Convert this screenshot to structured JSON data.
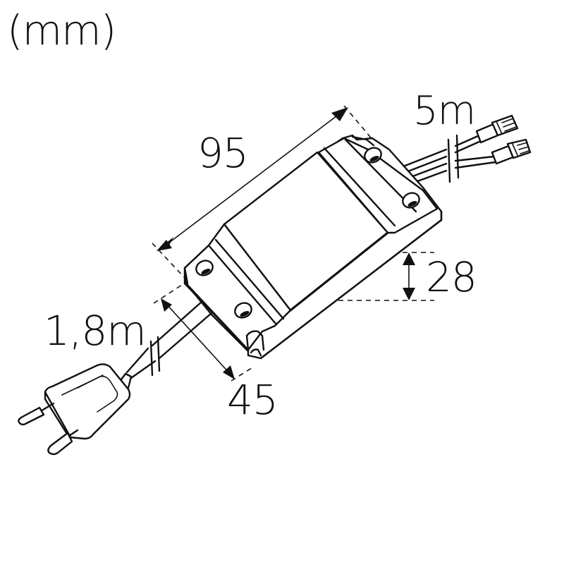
{
  "diagram": {
    "subject": "LED driver power supply with mains plug and output connectors",
    "unit_label": "(mm)",
    "dimensions": {
      "length": {
        "label": "95",
        "value": 95,
        "unit": "mm"
      },
      "width": {
        "label": "45",
        "value": 45,
        "unit": "mm"
      },
      "height": {
        "label": "28",
        "value": 28,
        "unit": "mm"
      }
    },
    "cables": {
      "output_cable": {
        "label": "5m",
        "value": 5,
        "unit": "m",
        "end": "two plug connectors"
      },
      "input_cable": {
        "label": "1,8m",
        "value": 1.8,
        "unit": "m",
        "end": "two-pin Euro plug"
      }
    },
    "colors": {
      "line": "#111111",
      "background": "#ffffff"
    }
  }
}
